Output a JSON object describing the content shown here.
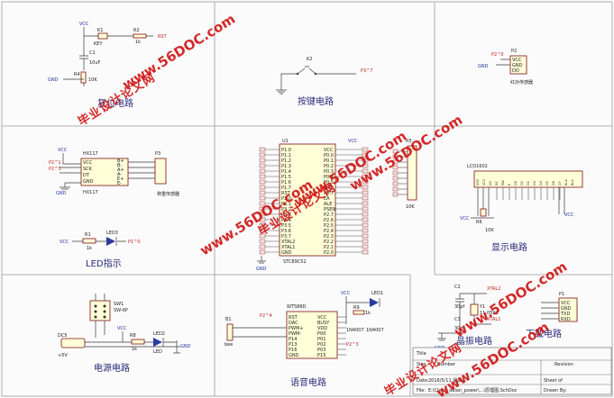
{
  "panels": {
    "reset": {
      "title": "复位电路",
      "vcc": "VCC",
      "gnd": "GND",
      "k1": "K1",
      "key": "KEY",
      "r2": "R2",
      "r2v": "1k",
      "rst": "RST",
      "c1": "C1",
      "c1v": "10uF",
      "r4": "R4",
      "r4v": "10K"
    },
    "key": {
      "title": "按键电路",
      "k2": "K2",
      "gnd": "GND",
      "p37": "P3^7"
    },
    "ir": {
      "title": "红外传感器",
      "p2": "P2",
      "vcc": "VCC",
      "gnd": "GND",
      "do": "DO",
      "gnd_lbl": "GND",
      "p20": "P2^0"
    },
    "hx": {
      "chip": "HX117",
      "chip2": "HX117",
      "p21": "P2^1",
      "p23": "P2^3",
      "vcc": "VCC",
      "pins_l": [
        "VCC",
        "SCK",
        "DT",
        "GND"
      ],
      "pins_r": [
        "B+",
        "B-",
        "A+",
        "A-",
        "E+",
        "E-"
      ],
      "p3": "P3",
      "sensor": "称重传感器",
      "gnd": "GND"
    },
    "led": {
      "title": "LED指示",
      "vcc": "VCC",
      "r1": "R1",
      "r1v": "1k",
      "led": "LED3",
      "p": "P1^0"
    },
    "mcu": {
      "u1": "U1",
      "chip": "STC89C52",
      "vcc": "VCC",
      "gnd": "GND",
      "left_pins": [
        "P1.0",
        "P1.1",
        "P1.2",
        "P1.3",
        "P1.4",
        "P1.5",
        "P1.6",
        "P1.7",
        "RST",
        "P3.0",
        "P3.1",
        "P3.2",
        "P3.3",
        "P3.4",
        "P3.5",
        "P3.6",
        "P3.7",
        "XTAL2",
        "XTAL1",
        "GND"
      ],
      "right_pins": [
        "VCC",
        "P0.0",
        "P0.1",
        "P0.2",
        "P0.3",
        "P0.4",
        "P0.5",
        "P0.6",
        "P0.7",
        "EA",
        "ALE",
        "PSEN",
        "P2.7",
        "P2.6",
        "P2.5",
        "P2.4",
        "P2.3",
        "P2.2",
        "P2.1",
        "P2.0"
      ],
      "r5": "R5",
      "r5v": "10K"
    },
    "lcd": {
      "title": "显示电路",
      "lcd": "LCD1602",
      "pins": [
        "VSS",
        "VCC",
        "VO",
        "RS",
        "RW",
        "E",
        "D0",
        "D1",
        "D2",
        "D3",
        "D4",
        "D5",
        "D6",
        "D7",
        "BLA",
        "BLK"
      ],
      "vcc": "VCC",
      "vcc2": "VCC",
      "r6": "R6",
      "r6v": "10K"
    },
    "power": {
      "title": "电源电路",
      "sw": "SW1",
      "swv": "SW-6P",
      "dc": "DC5",
      "v5": "+5V",
      "vcc": "VCC",
      "r": "R8",
      "rv": "1k",
      "led": "LED2",
      "ledl": "LED",
      "gnd": "GND"
    },
    "voice": {
      "title": "语音电路",
      "chip": "WT588D",
      "p24": "P2^4",
      "vcc": "VCC",
      "b1": "B1",
      "b1v": "bee",
      "left_pins": [
        "RST",
        "DAC",
        "PWM+",
        "PWM-",
        "P14",
        "P13",
        "P16",
        "GND"
      ],
      "right_pins": [
        "VCC",
        "BUSY",
        "VDD",
        "P00",
        "P01",
        "P02",
        "P03",
        "P15"
      ],
      "led": "LED1",
      "r": "R9",
      "rv": "1k",
      "p23": "P2^3",
      "n1": "1N4007",
      "n2": "1N4007"
    },
    "crystal": {
      "title": "晶振电路",
      "c2": "C2",
      "c2v": "30pf",
      "c3": "C3",
      "c3v": "30pf",
      "y1": "Y1",
      "y1v": "11.0592",
      "x2": "XTAL2",
      "x1": "XTAL1",
      "gnd": "GND"
    },
    "download": {
      "title": "下载电路",
      "p1": "P1",
      "pins": [
        "VCC",
        "GND",
        "TXD",
        "RXD"
      ]
    },
    "titleblock": {
      "title": "Title",
      "size": "Size",
      "number": "Number",
      "revision": "Revision",
      "date": "Date:",
      "datev": "2016/5/11 星期三",
      "file": "File:",
      "filev": "E:\\Clean_daian_power\\...\\原理图.SchDoc",
      "sheet": "Sheet of",
      "drawn": "Drawn By:"
    }
  },
  "watermark": {
    "url": "www.56DOC.com",
    "name": "毕业设计论文网"
  }
}
